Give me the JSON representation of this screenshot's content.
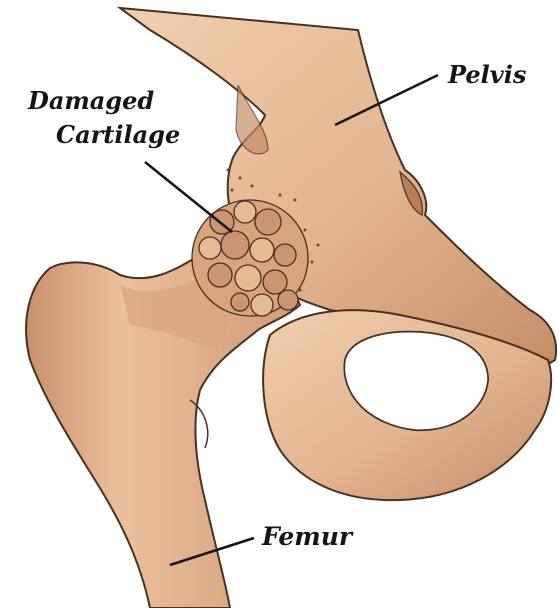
{
  "labels": {
    "damaged_line1": "Damaged",
    "damaged_line2": "Cartilage",
    "pelvis": "Pelvis",
    "femur": "Femur"
  },
  "colors": {
    "background": "#ffffff",
    "bone": "#e2b48f",
    "bone_light": "#efcaa8",
    "bone_shadow": "#b8805a",
    "outline": "#4a3022",
    "cartilage": "#c99572",
    "leader": "#1a1410"
  }
}
